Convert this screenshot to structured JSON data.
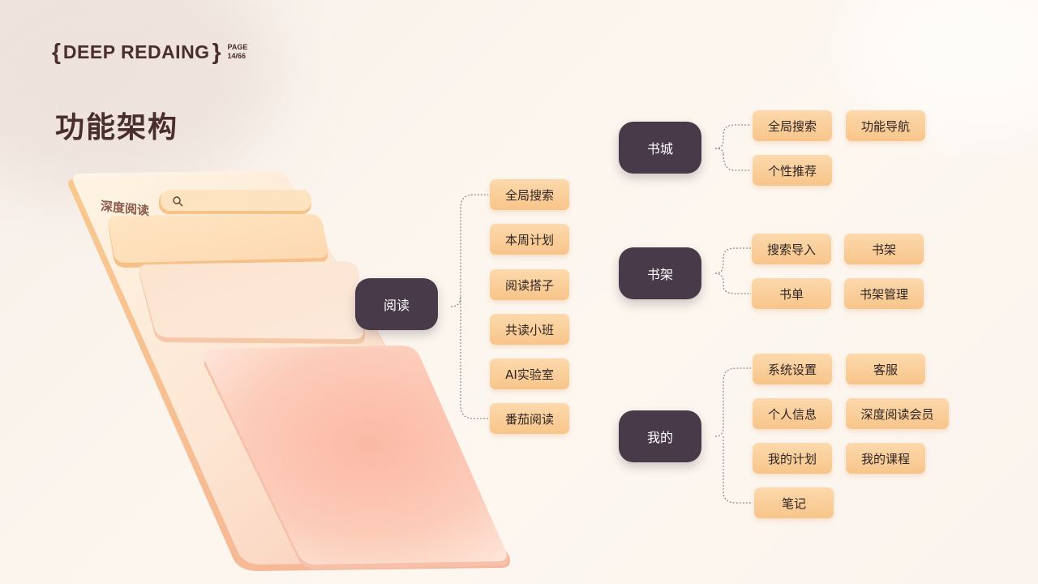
{
  "header": {
    "brand": "DEEP REDAING",
    "page_label": "PAGE",
    "page_number": "14/66"
  },
  "title": "功能架构",
  "phone": {
    "app_name": "深度阅读"
  },
  "colors": {
    "dark_node": "#483a48",
    "leaf_node_top": "#fcd9ac",
    "leaf_node_bottom": "#f8c58a",
    "title": "#4a2d2d"
  },
  "center": {
    "label": "阅读",
    "children": [
      "全局搜索",
      "本周计划",
      "阅读搭子",
      "共读小班",
      "AI实验室",
      "番茄阅读"
    ]
  },
  "groups": [
    {
      "label": "书城",
      "children": [
        "全局搜索",
        "功能导航",
        "个性推荐"
      ]
    },
    {
      "label": "书架",
      "children": [
        "搜索导入",
        "书架",
        "书单",
        "书架管理"
      ]
    },
    {
      "label": "我的",
      "children": [
        "系统设置",
        "客服",
        "个人信息",
        "深度阅读会员",
        "我的计划",
        "我的课程",
        "笔记"
      ]
    }
  ]
}
